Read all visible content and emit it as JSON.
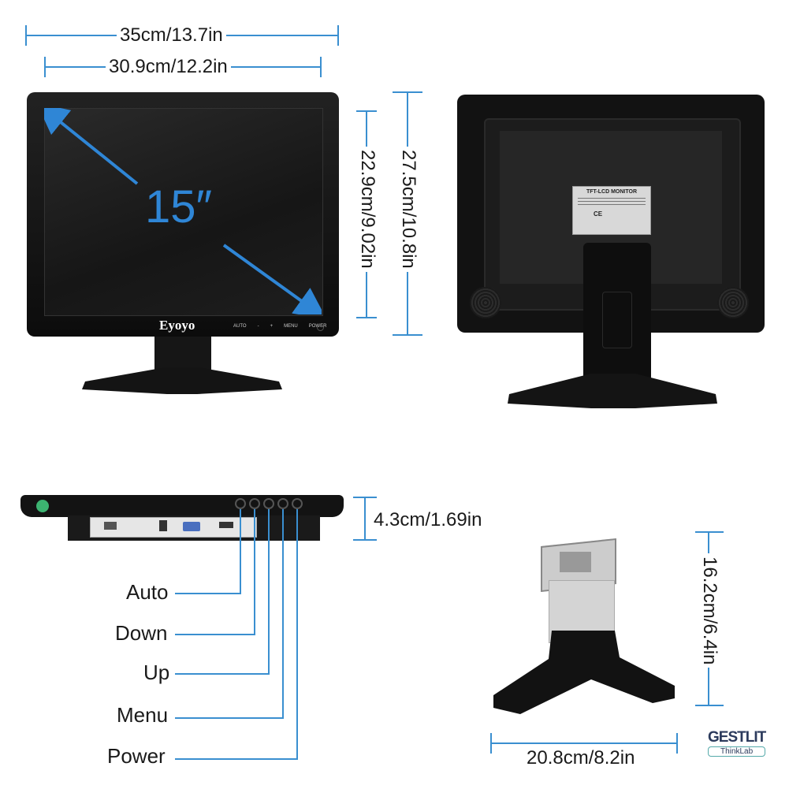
{
  "dimensions": {
    "front_outer_width": "35cm/13.7in",
    "front_screen_width": "30.9cm/12.2in",
    "screen_height": "22.9cm/9.02in",
    "outer_height": "27.5cm/10.8in",
    "depth": "4.3cm/1.69in",
    "stand_height": "16.2cm/6.4in",
    "stand_width": "20.8cm/8.2in"
  },
  "screen": {
    "diagonal_label": "15″",
    "brand": "Eyoyo",
    "front_button_labels": [
      "AUTO",
      "-",
      "+",
      "MENU",
      "POWER"
    ]
  },
  "back_label": {
    "title": "TFT-LCD MONITOR",
    "marks": [
      "CE"
    ]
  },
  "buttons": [
    {
      "label": "Auto"
    },
    {
      "label": "Down"
    },
    {
      "label": "Up"
    },
    {
      "label": "Menu"
    },
    {
      "label": "Power"
    }
  ],
  "watermark": {
    "name": "GESTLIT",
    "sub": "ThinkLab"
  },
  "colors": {
    "dimension_line": "#3a8fd0",
    "diagonal_arrow": "#2f86d6",
    "monitor_body": "#111111",
    "screen": "#1c1c1c"
  }
}
